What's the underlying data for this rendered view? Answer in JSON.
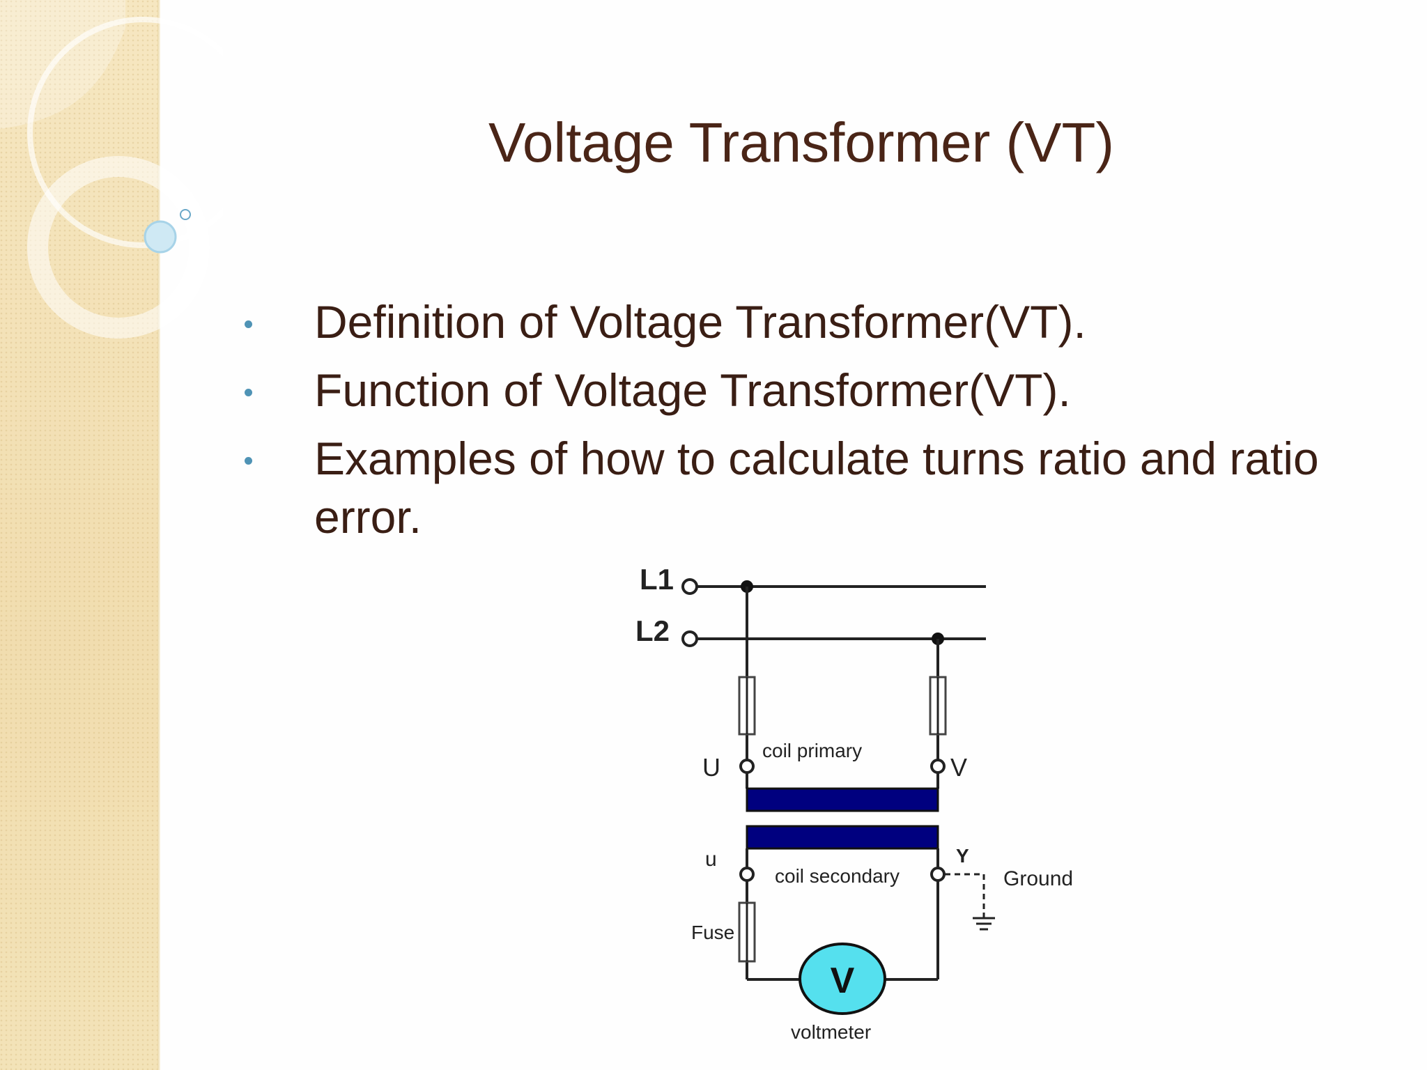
{
  "slide": {
    "title": "Voltage Transformer (VT)",
    "bullets": [
      "Definition of  Voltage Transformer(VT).",
      "Function of  Voltage Transformer(VT).",
      "Examples of how to calculate turns ratio and ratio error."
    ]
  },
  "diagram": {
    "line1": "L1",
    "line2": "L2",
    "terminal_u_primary": "U",
    "terminal_v_primary": "V",
    "primary_label": "coil primary",
    "terminal_u_secondary": "u",
    "terminal_y_secondary": "Y",
    "secondary_label": "coil secondary",
    "ground_label": "Ground",
    "fuse_label": "Fuse",
    "voltmeter_symbol": "V",
    "voltmeter_label": "voltmeter"
  },
  "colors": {
    "title": "#4a2517",
    "text": "#3a1e14",
    "bullet": "#4f93b5",
    "core": "#00007f",
    "voltmeter": "#55e0ee",
    "side_panel": "#f3e2b5"
  }
}
